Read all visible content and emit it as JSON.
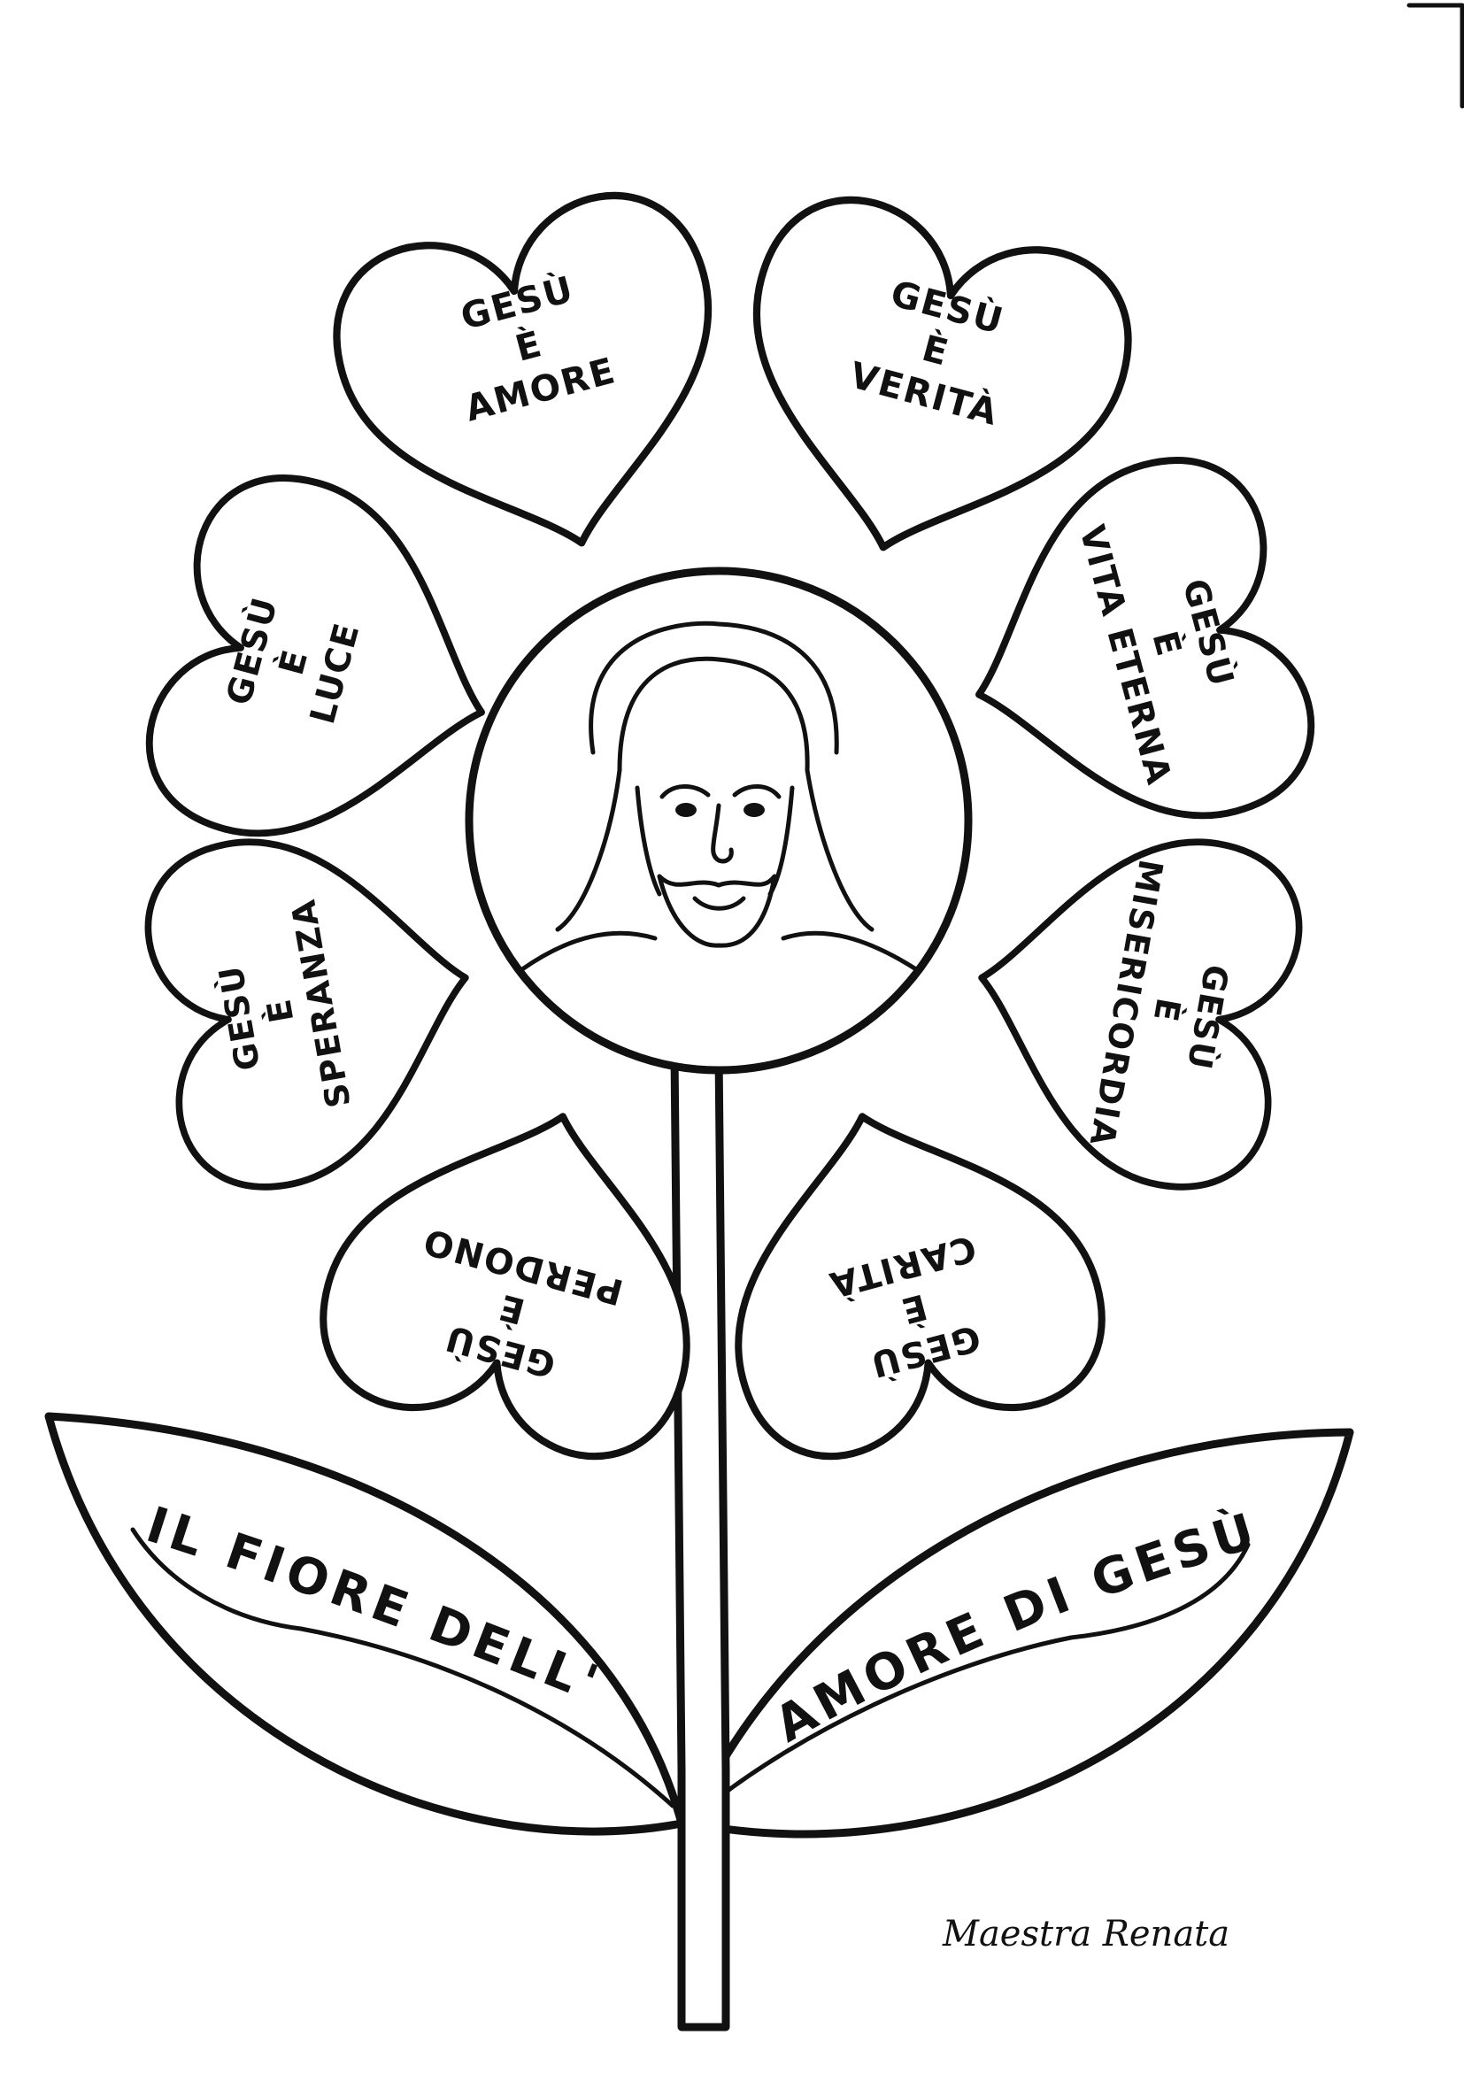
{
  "petals": [
    {
      "id": "amore",
      "lines": [
        "GESÙ",
        "È",
        "AMORE"
      ]
    },
    {
      "id": "verita",
      "lines": [
        "GESÙ",
        "È",
        "VERITÀ"
      ]
    },
    {
      "id": "vita-eterna",
      "lines": [
        "GESÙ",
        "È",
        "VITA ETERNA"
      ]
    },
    {
      "id": "misericordia",
      "lines": [
        "GESÙ",
        "È",
        "MISERICORDIA"
      ]
    },
    {
      "id": "carita",
      "lines": [
        "GESÙ",
        "È",
        "CARITÀ"
      ]
    },
    {
      "id": "perdono",
      "lines": [
        "GESÙ",
        "È",
        "PERDONO"
      ]
    },
    {
      "id": "speranza",
      "lines": [
        "GESÙ",
        "È",
        "SPERANZA"
      ]
    },
    {
      "id": "luce",
      "lines": [
        "GESÙ",
        "È",
        "LUCE"
      ]
    }
  ],
  "banner": {
    "left": "IL FIORE DELL'",
    "right": "AMORE DI GESÙ"
  },
  "signature": "Maestra Renata",
  "colors": {
    "ink": "#111111",
    "paper": "#ffffff"
  }
}
